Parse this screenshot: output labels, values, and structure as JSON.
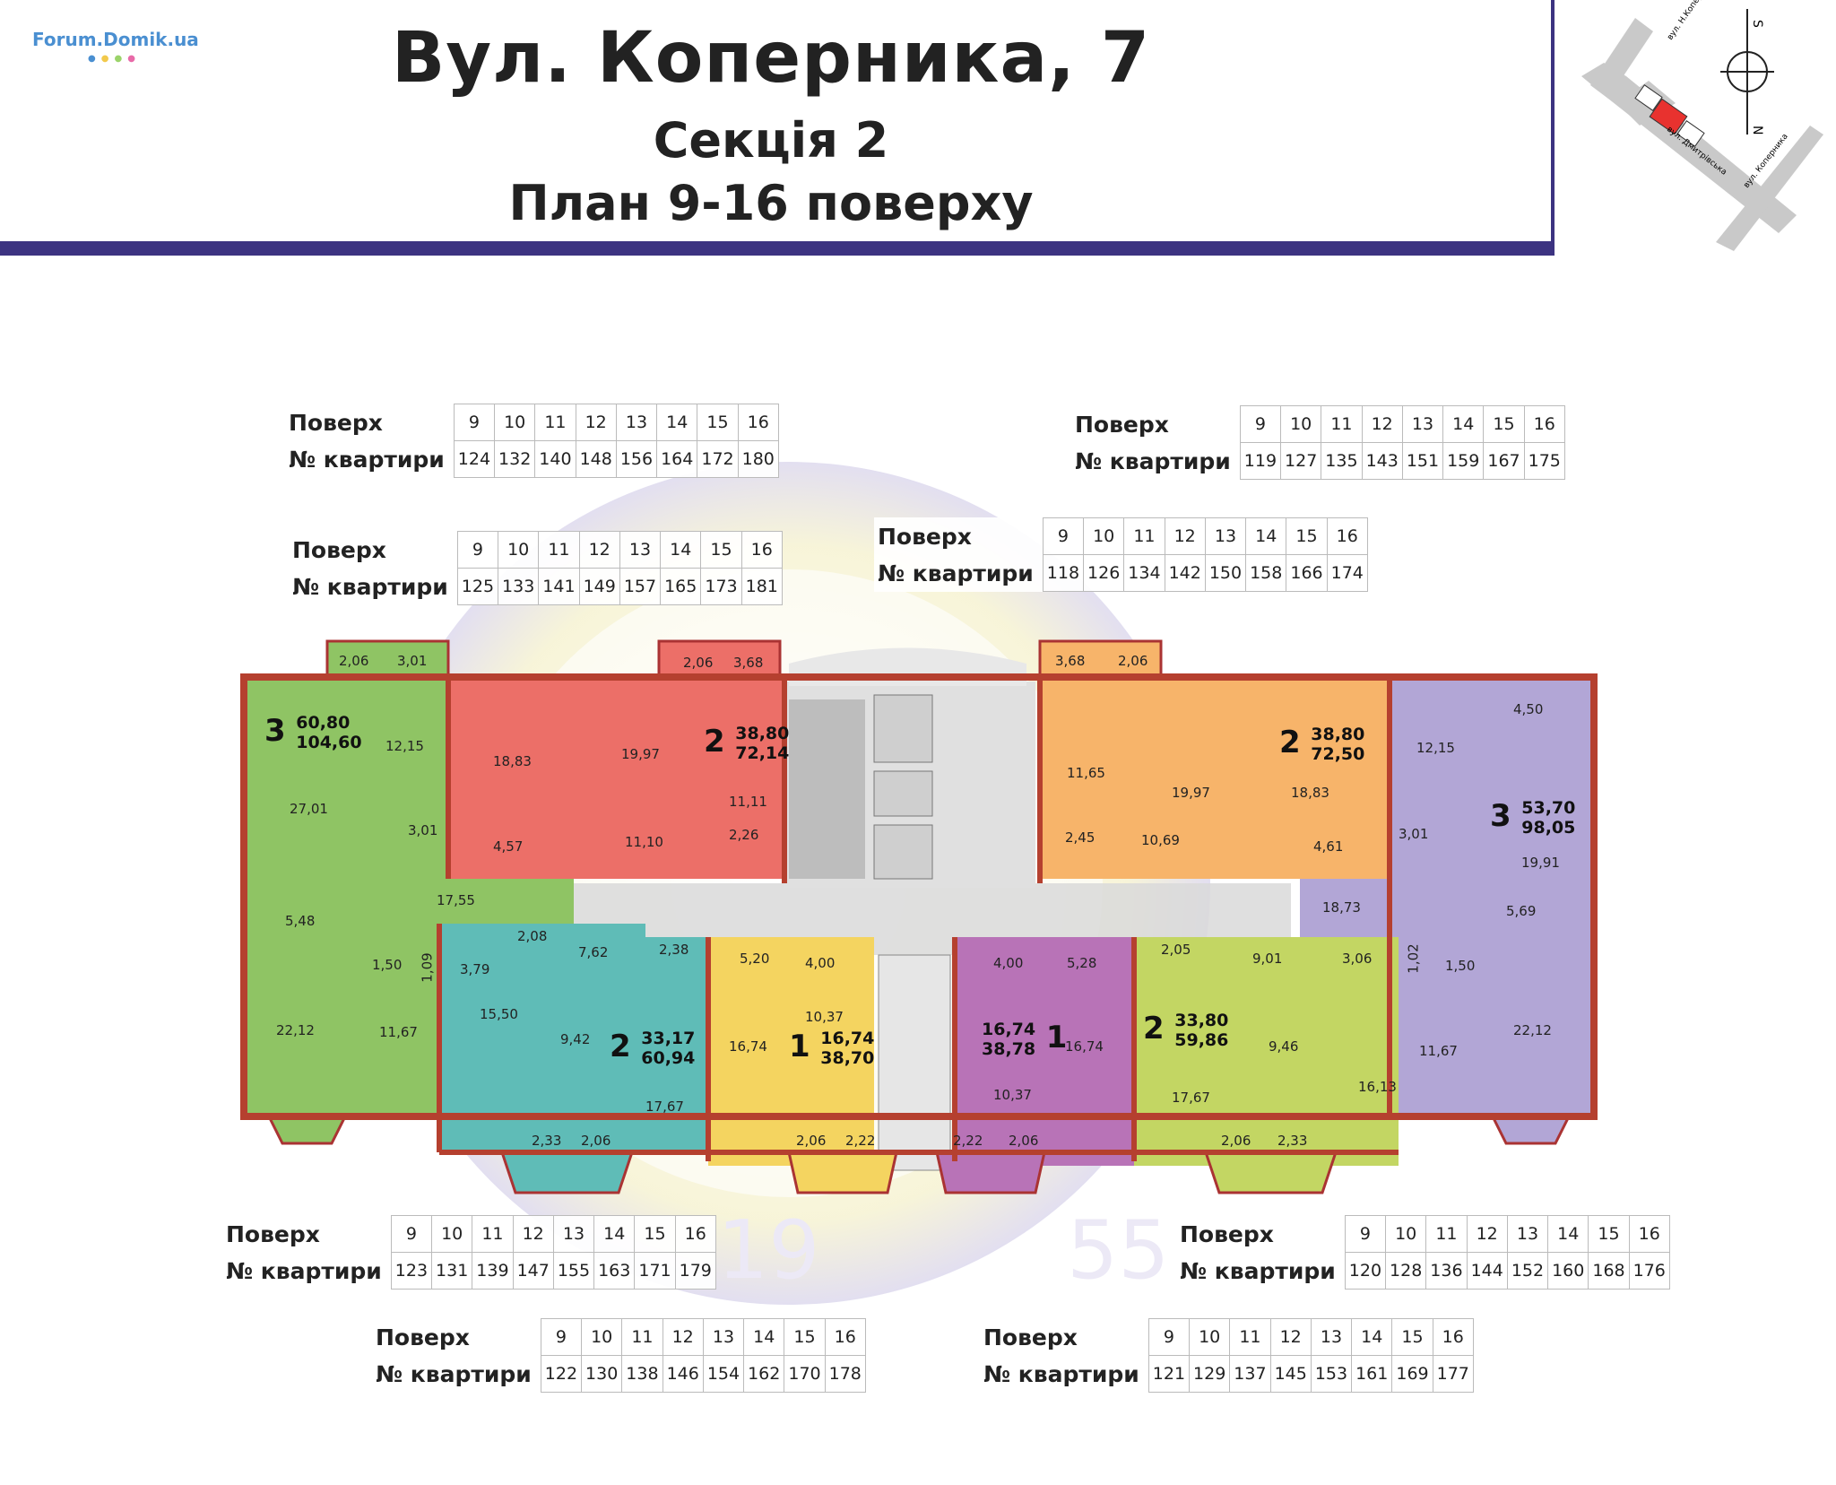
{
  "header": {
    "logo": "Forum.Domik.ua",
    "title_line1": "Вул. Коперника, 7",
    "title_line2": "Секція 2",
    "title_line3": "План 9-16 поверху"
  },
  "locator": {
    "street_a": "вул. Н.Коперника",
    "street_b": "вул. Дмитрівська",
    "street_c": "вул. Коперника",
    "compass_n": "N",
    "compass_s": "S"
  },
  "floor_table": {
    "floor_label": "Поверх",
    "apt_label": "№ квартири",
    "floors": [
      "9",
      "10",
      "11",
      "12",
      "13",
      "14",
      "15",
      "16"
    ]
  },
  "tables": [
    {
      "id": "t124",
      "apts": [
        "124",
        "132",
        "140",
        "148",
        "156",
        "164",
        "172",
        "180"
      ]
    },
    {
      "id": "t119",
      "apts": [
        "119",
        "127",
        "135",
        "143",
        "151",
        "159",
        "167",
        "175"
      ]
    },
    {
      "id": "t125",
      "apts": [
        "125",
        "133",
        "141",
        "149",
        "157",
        "165",
        "173",
        "181"
      ]
    },
    {
      "id": "t118",
      "apts": [
        "118",
        "126",
        "134",
        "142",
        "150",
        "158",
        "166",
        "174"
      ]
    },
    {
      "id": "t123",
      "apts": [
        "123",
        "131",
        "139",
        "147",
        "155",
        "163",
        "171",
        "179"
      ]
    },
    {
      "id": "t120",
      "apts": [
        "120",
        "128",
        "136",
        "144",
        "152",
        "160",
        "168",
        "176"
      ]
    },
    {
      "id": "t122",
      "apts": [
        "122",
        "130",
        "138",
        "146",
        "154",
        "162",
        "170",
        "178"
      ]
    },
    {
      "id": "t121",
      "apts": [
        "121",
        "129",
        "137",
        "145",
        "153",
        "161",
        "169",
        "177"
      ]
    }
  ],
  "apartments": [
    {
      "id": "a3-left",
      "rooms": "3",
      "living": "60,80",
      "total": "104,60",
      "color": "#8fc464"
    },
    {
      "id": "a2-red",
      "rooms": "2",
      "living": "38,80",
      "total": "72,14",
      "color": "#ec6f68"
    },
    {
      "id": "a2-orange",
      "rooms": "2",
      "living": "38,80",
      "total": "72,50",
      "color": "#f7b46a"
    },
    {
      "id": "a3-right",
      "rooms": "3",
      "living": "53,70",
      "total": "98,05",
      "color": "#b2a6d6"
    },
    {
      "id": "a2-teal",
      "rooms": "2",
      "living": "33,17",
      "total": "60,94",
      "color": "#5fbcb7"
    },
    {
      "id": "a1-yellow",
      "rooms": "1",
      "living": "16,74",
      "total": "38,70",
      "color": "#f4d460"
    },
    {
      "id": "a1-purple",
      "rooms": "1",
      "living": "16,74",
      "total": "38,78",
      "color": "#b873b7"
    },
    {
      "id": "a2-lime",
      "rooms": "2",
      "living": "33,80",
      "total": "59,86",
      "color": "#c3d663"
    }
  ],
  "room_labels": [
    "2,06",
    "3,01",
    "12,15",
    "27,01",
    "3,01",
    "5,48",
    "22,12",
    "1,50",
    "1,09",
    "11,67",
    "17,55",
    "18,83",
    "4,57",
    "19,97",
    "11,10",
    "2,06",
    "3,68",
    "11,11",
    "2,26",
    "3,68",
    "2,06",
    "11,65",
    "2,45",
    "19,97",
    "10,69",
    "18,83",
    "4,61",
    "12,15",
    "3,01",
    "4,50",
    "19,91",
    "5,69",
    "18,73",
    "1,02",
    "1,50",
    "11,67",
    "22,12",
    "2,08",
    "3,79",
    "7,62",
    "2,38",
    "15,50",
    "9,42",
    "17,67",
    "2,33",
    "2,06",
    "5,20",
    "4,00",
    "10,37",
    "16,74",
    "2,06",
    "2,22",
    "4,00",
    "5,28",
    "16,74",
    "10,37",
    "2,22",
    "2,06",
    "2,05",
    "9,01",
    "3,06",
    "9,46",
    "16,13",
    "17,67",
    "2,06",
    "2,33"
  ],
  "watermark": {
    "year_a": "19",
    "year_b": "55"
  }
}
